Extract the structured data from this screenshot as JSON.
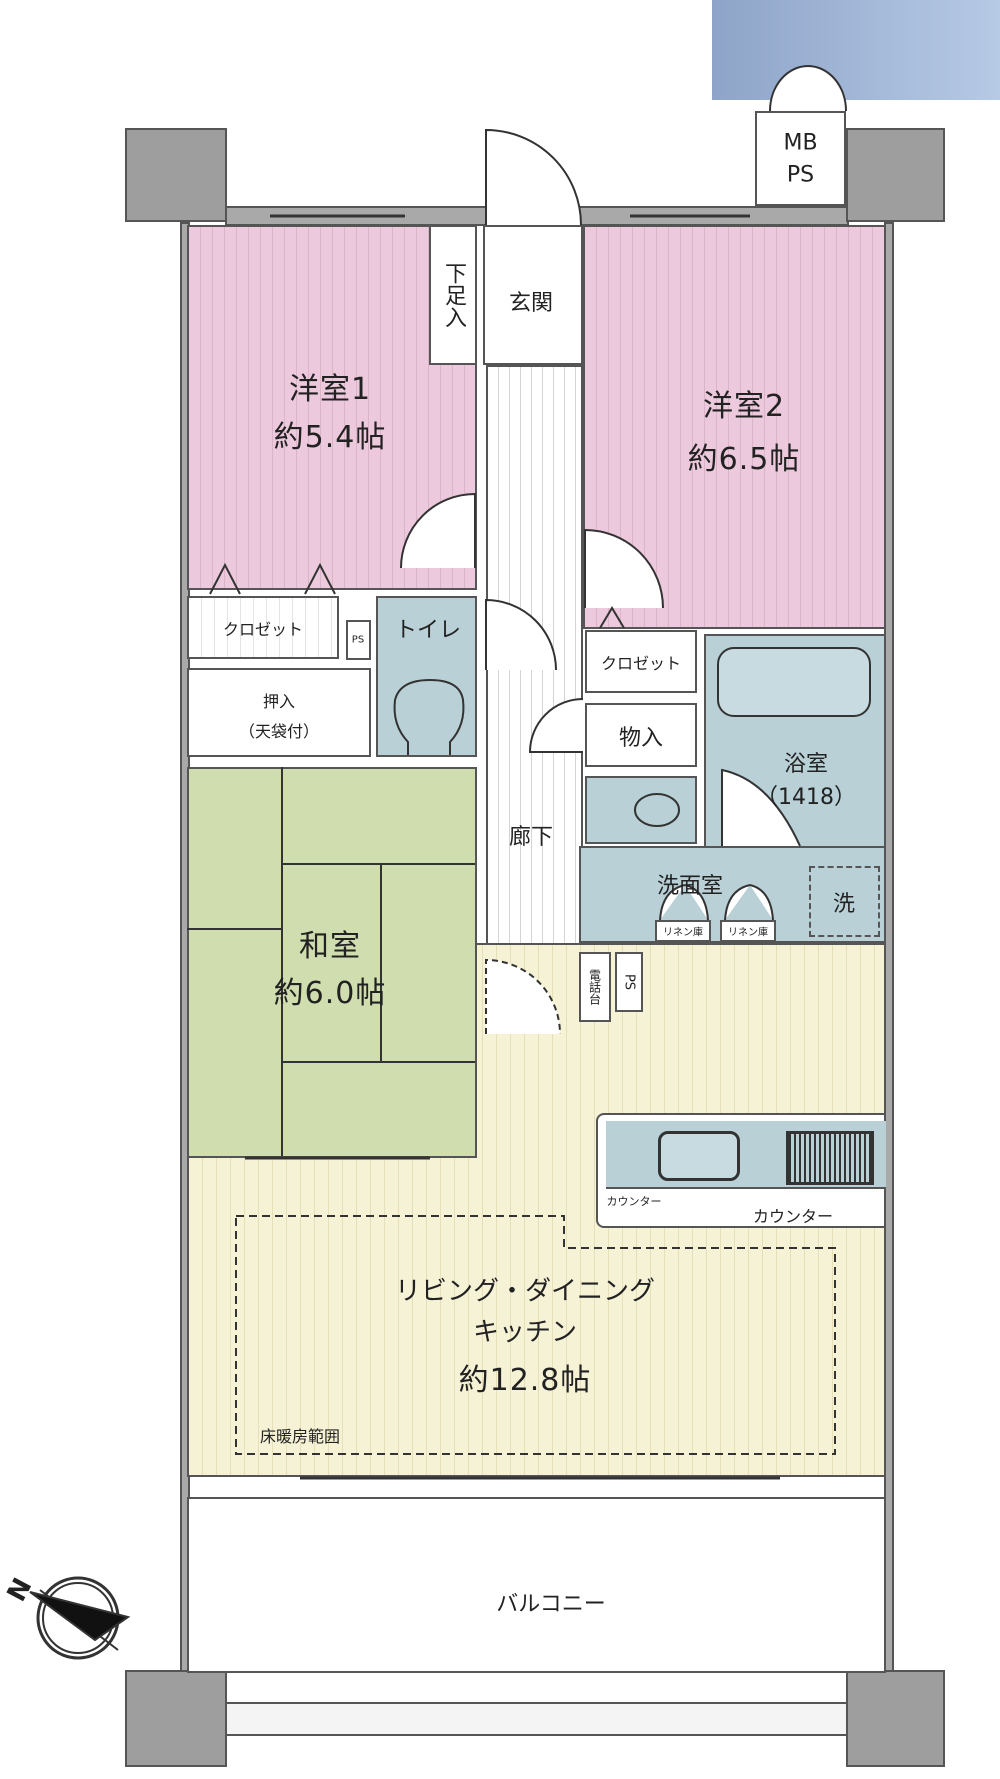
{
  "colors": {
    "western_room": "#ecc9dc",
    "wet_area": "#b8d0d6",
    "japanese_room": "#cfddaf",
    "ldk": "#f6f2d6",
    "header_band": "#8ea4c8"
  },
  "rooms": {
    "western1": {
      "name": "洋室1",
      "size": "約5.4帖"
    },
    "western2": {
      "name": "洋室2",
      "size": "約6.5帖"
    },
    "washitsu": {
      "name": "和室",
      "size": "約6.0帖"
    },
    "ldk": {
      "line1": "リビング・ダイニング",
      "line2": "キッチン",
      "size": "約12.8帖"
    },
    "entrance": "玄関",
    "shoe_storage": "下足入",
    "hallway": "廊下",
    "toilet": "トイレ",
    "closet_left": "クロゼット",
    "closet_right": "クロゼット",
    "oshiire": "押入",
    "oshiire_note": "（天袋付）",
    "storage": "物入",
    "bath": "浴室",
    "bath_size": "（1418）",
    "washroom": "洗面室",
    "washer": "洗",
    "linen1": "リネン庫",
    "linen2": "リネン庫",
    "phone_stand": "電話台",
    "ps_toilet": "PS",
    "ps_ldk": "PS",
    "mb": "MB",
    "mb_ps": "PS",
    "floor_heating": "床暖房範囲",
    "counter_small": "カウンター",
    "counter": "カウンター",
    "balcony": "バルコニー"
  },
  "compass": {
    "label": "N",
    "icon": "north-arrow-icon"
  }
}
